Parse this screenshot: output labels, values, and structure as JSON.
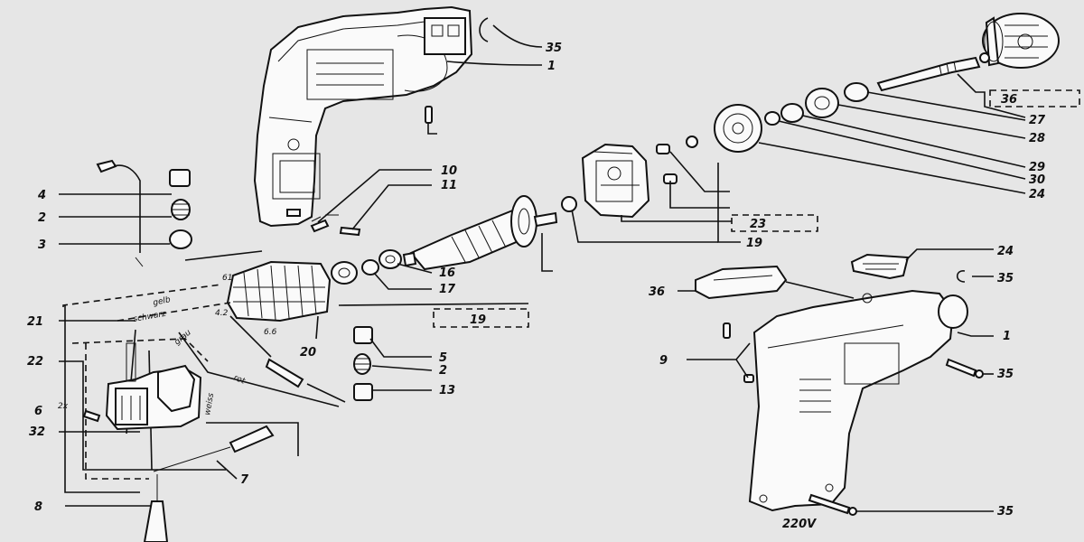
{
  "labels": {
    "l35a": "35",
    "l1a": "1",
    "l36a": "36",
    "l27": "27",
    "l28": "28",
    "l29": "29",
    "l30": "30",
    "l24a": "24",
    "l10": "10",
    "l11": "11",
    "l23": "23",
    "l19a": "19",
    "l16": "16",
    "l17": "17",
    "l19b": "19",
    "l4": "4",
    "l2a": "2",
    "l3a": "3",
    "l21": "21",
    "l22": "22",
    "l20": "20",
    "l5": "5",
    "l2b": "2",
    "l13": "13",
    "l6": "6",
    "l32": "32",
    "l7": "7",
    "l8": "8",
    "l24b": "24",
    "l35b": "35",
    "l36b": "36",
    "l1b": "1",
    "l9": "9",
    "l35c": "35",
    "l35d": "35",
    "l220": "220V"
  },
  "wires": {
    "gelb": "gelb",
    "schwarz": "schwarz",
    "grau": "grau",
    "rot": "rot",
    "weiss": "weiss",
    "w61": "61",
    "w42": "4.2",
    "w66": "6.6",
    "w2x": "2x"
  }
}
